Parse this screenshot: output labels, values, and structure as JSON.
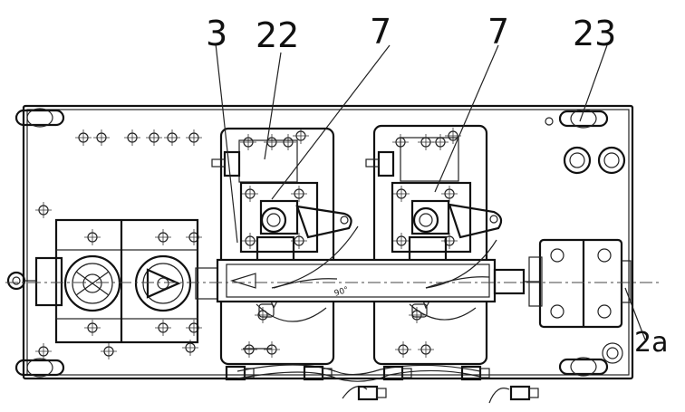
{
  "callouts": [
    {
      "id": "c3",
      "text": "3"
    },
    {
      "id": "c22",
      "text": "22"
    },
    {
      "id": "c7a",
      "text": "7"
    },
    {
      "id": "c7b",
      "text": "7"
    },
    {
      "id": "c23",
      "text": "23"
    },
    {
      "id": "c2a",
      "text": "2a"
    }
  ],
  "angle_label": "90°"
}
